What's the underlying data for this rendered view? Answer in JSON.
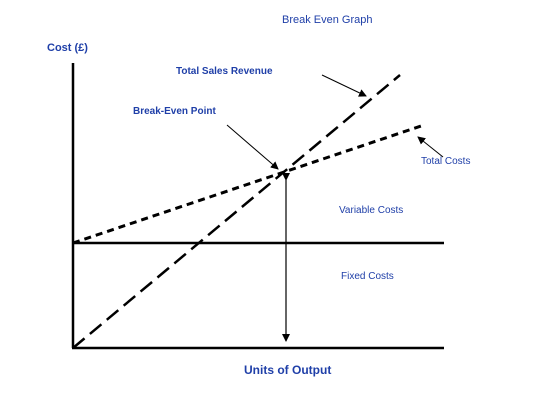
{
  "diagram": {
    "title": "Break Even Graph",
    "y_axis_label": "Cost (£)",
    "x_axis_label": "Units of Output",
    "labels": {
      "total_sales_revenue": "Total Sales Revenue",
      "break_even_point": "Break-Even Point",
      "total_costs": "Total Costs",
      "variable_costs": "Variable Costs",
      "fixed_costs": "Fixed Costs"
    },
    "colors": {
      "label_text": "#1f3fa8",
      "lines": "#000000",
      "background": "#ffffff"
    }
  }
}
